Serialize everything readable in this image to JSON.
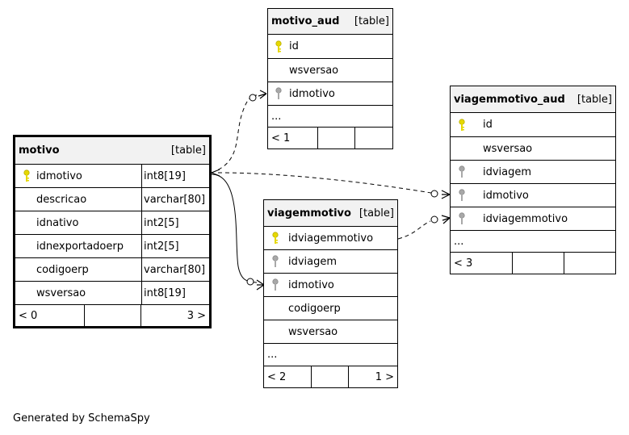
{
  "tables": {
    "motivo": {
      "name": "motivo",
      "type_label": "[table]",
      "columns": [
        {
          "name": "idmotivo",
          "type": "int8[19]",
          "key": "pk"
        },
        {
          "name": "descricao",
          "type": "varchar[80]",
          "key": ""
        },
        {
          "name": "idnativo",
          "type": "int2[5]",
          "key": ""
        },
        {
          "name": "idnexportadoerp",
          "type": "int2[5]",
          "key": ""
        },
        {
          "name": "codigoerp",
          "type": "varchar[80]",
          "key": ""
        },
        {
          "name": "wsversao",
          "type": "int8[19]",
          "key": ""
        }
      ],
      "footer": [
        "< 0",
        "",
        "3 >"
      ]
    },
    "motivo_aud": {
      "name": "motivo_aud",
      "type_label": "[table]",
      "columns": [
        {
          "name": "id",
          "key": "pk"
        },
        {
          "name": "wsversao",
          "key": ""
        },
        {
          "name": "idmotivo",
          "key": "fk"
        }
      ],
      "more": "...",
      "footer": [
        "< 1",
        "",
        ""
      ]
    },
    "viagemmotivo": {
      "name": "viagemmotivo",
      "type_label": "[table]",
      "columns": [
        {
          "name": "idviagemmotivo",
          "key": "pk"
        },
        {
          "name": "idviagem",
          "key": "fk"
        },
        {
          "name": "idmotivo",
          "key": "fk"
        },
        {
          "name": "codigoerp",
          "key": ""
        },
        {
          "name": "wsversao",
          "key": ""
        }
      ],
      "more": "...",
      "footer": [
        "< 2",
        "",
        "1 >"
      ]
    },
    "viagemmotivo_aud": {
      "name": "viagemmotivo_aud",
      "type_label": "[table]",
      "columns": [
        {
          "name": "id",
          "key": "pk"
        },
        {
          "name": "wsversao",
          "key": ""
        },
        {
          "name": "idviagem",
          "key": "fk"
        },
        {
          "name": "idmotivo",
          "key": "fk"
        },
        {
          "name": "idviagemmotivo",
          "key": "fk"
        }
      ],
      "more": "...",
      "footer": [
        "< 3",
        "",
        ""
      ]
    }
  },
  "colors": {
    "pk_key": "#e6d800",
    "fk_key": "#a8a8a8",
    "header_bg": "#f2f2f2"
  },
  "footer_note": "Generated by SchemaSpy"
}
